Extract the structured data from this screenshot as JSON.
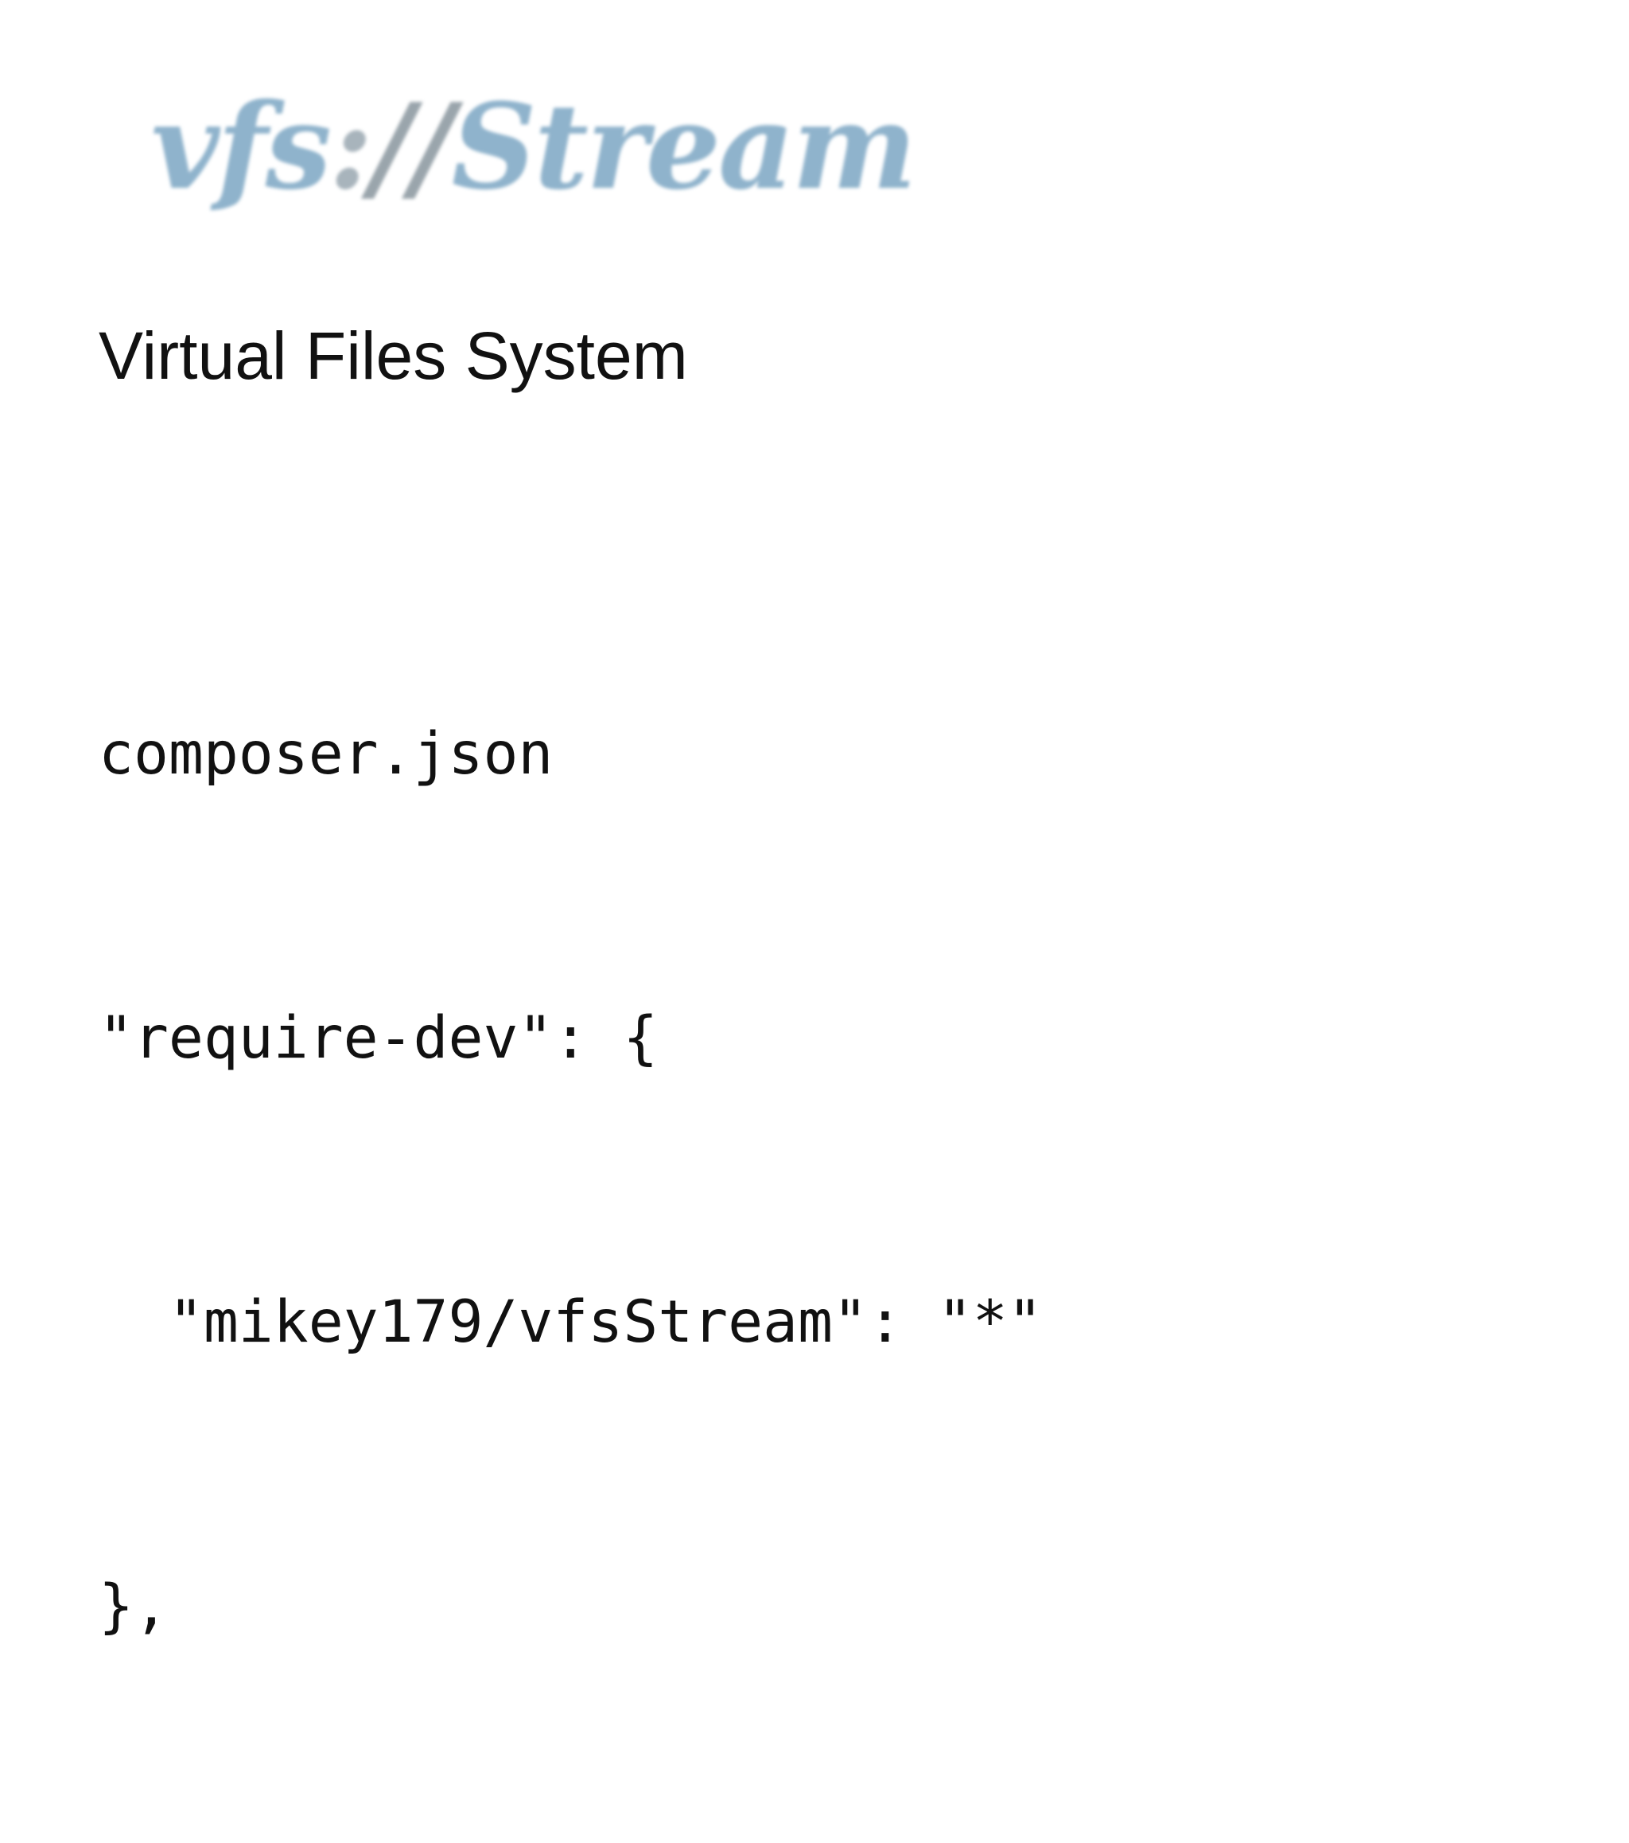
{
  "logo": {
    "part_vfs": "vfs",
    "part_colon": ":",
    "part_slashes": "//",
    "part_stream": "Stream"
  },
  "subtitle": "Virtual Files System",
  "code": {
    "lines": [
      "composer.json",
      "\"require-dev\": {",
      "  \"mikey179/vfsStream\": \"*\"",
      "},"
    ]
  },
  "colors": {
    "logo_blue": "#8fb3cc",
    "logo_gray": "#9aa5ac",
    "text": "#111111",
    "background": "#ffffff"
  }
}
